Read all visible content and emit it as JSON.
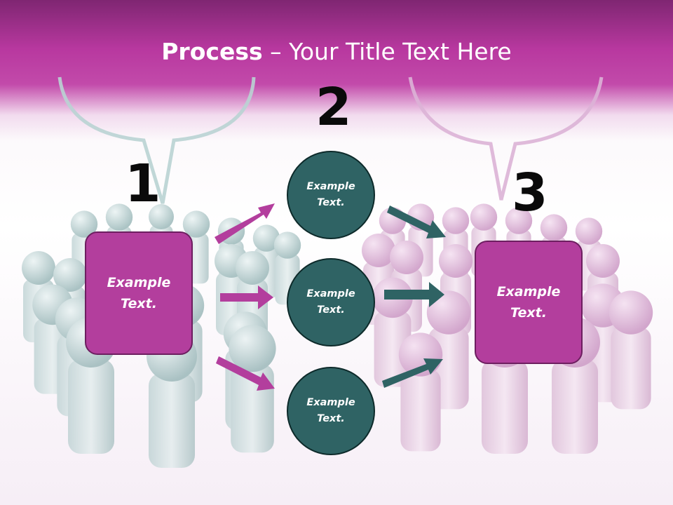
{
  "title": {
    "bold": "Process",
    "rest": " – Your Title Text Here"
  },
  "steps": {
    "n1": "1",
    "n2": "2",
    "n3": "3"
  },
  "boxes": {
    "left": "Example\nText.",
    "right": "Example\nText."
  },
  "circles": {
    "top": "Example\nText.",
    "middle": "Example\nText.",
    "bottom": "Example\nText."
  },
  "colors": {
    "magenta": "#b33e9d",
    "teal": "#2f6364",
    "banner": "#b8389f"
  },
  "icons": [
    "speech-bubble-icon",
    "person-figure-icon",
    "arrow-icon"
  ]
}
